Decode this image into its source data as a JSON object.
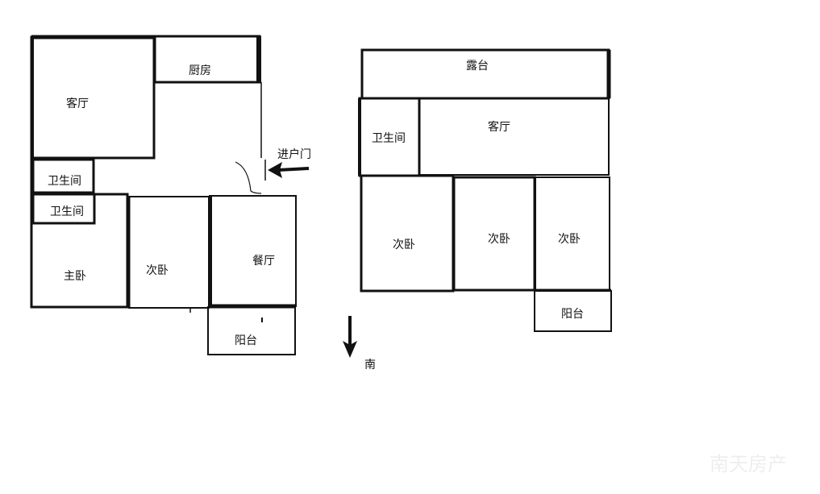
{
  "colors": {
    "wall": "#111111",
    "background": "#ffffff",
    "watermark": "#eeeeee"
  },
  "floor1": {
    "rooms": {
      "living": "客厅",
      "kitchen": "厨房",
      "bath1": "卫生间",
      "bath2": "卫生间",
      "master": "主卧",
      "second": "次卧",
      "dining": "餐厅",
      "balcony": "阳台"
    },
    "entry_label": "进户门"
  },
  "compass": {
    "label": "南"
  },
  "floor2": {
    "rooms": {
      "terrace": "露台",
      "bath": "卫生间",
      "living": "客厅",
      "bed1": "次卧",
      "bed2": "次卧",
      "bed3": "次卧",
      "balcony": "阳台"
    }
  },
  "watermark": "南天房产"
}
